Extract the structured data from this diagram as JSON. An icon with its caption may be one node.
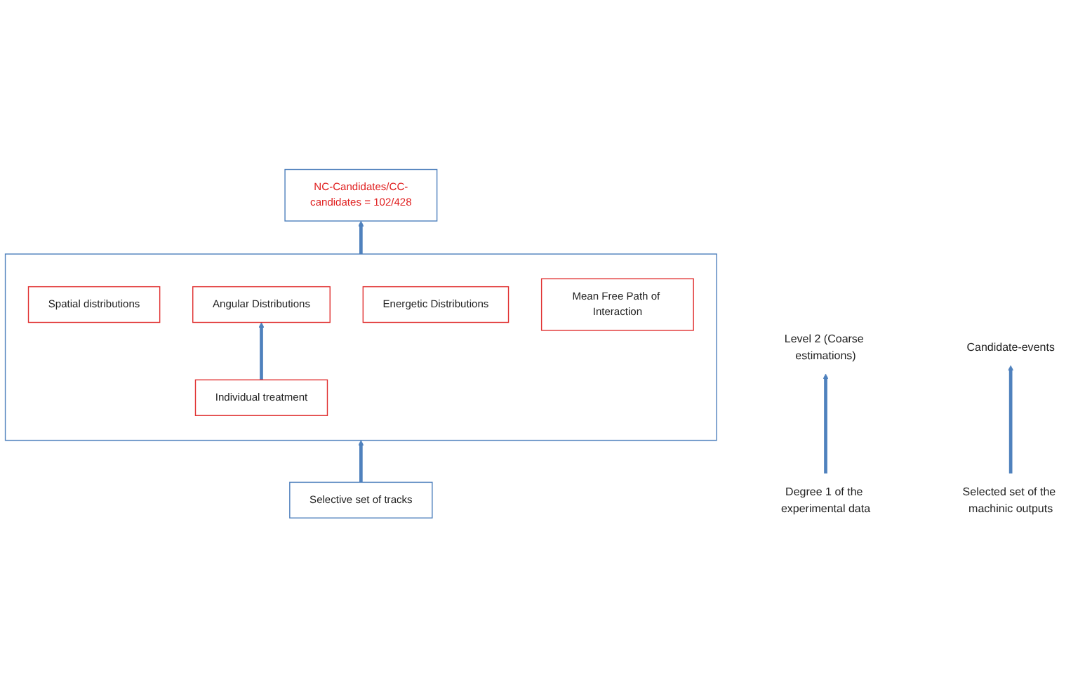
{
  "diagram": {
    "nodes": [
      {
        "text": [
          "Level 2 (Coarse estimations)"
        ]
      },
      {
        "text": [
          "NC-Candidates/CC-candidates = 102/428"
        ]
      },
      {
        "text": [
          "Candidate-events"
        ]
      },
      {
        "text": [],
        "shape": "box"
      },
      {
        "text": [
          "Spatial distributions"
        ],
        "in": 3
      },
      {
        "text": [
          "Energetic Distributions"
        ],
        "in": 3
      },
      {
        "text": [
          "Angular Distributions"
        ],
        "in": 3
      },
      {
        "text": [
          "Mean Free Path of Interaction"
        ],
        "in": 3
      },
      {
        "text": [
          "Individual treatment"
        ],
        "in": 3
      },
      {
        "text": [
          "Degree 1 of the experimental data"
        ]
      },
      {
        "text": [
          "Selective set of tracks"
        ]
      },
      {
        "text": [
          "Selected set of the machinic outputs"
        ]
      }
    ],
    "edges": [
      {
        "from": 9,
        "to": 0,
        "arrow": "to"
      },
      {
        "from": 11,
        "to": 2,
        "arrow": "to"
      },
      {
        "from": 10,
        "to": 3,
        "arrow": "to"
      },
      {
        "from": 8,
        "to": 6,
        "arrow": "to"
      },
      {
        "from": 3,
        "to": 1,
        "arrow": "to"
      }
    ]
  }
}
